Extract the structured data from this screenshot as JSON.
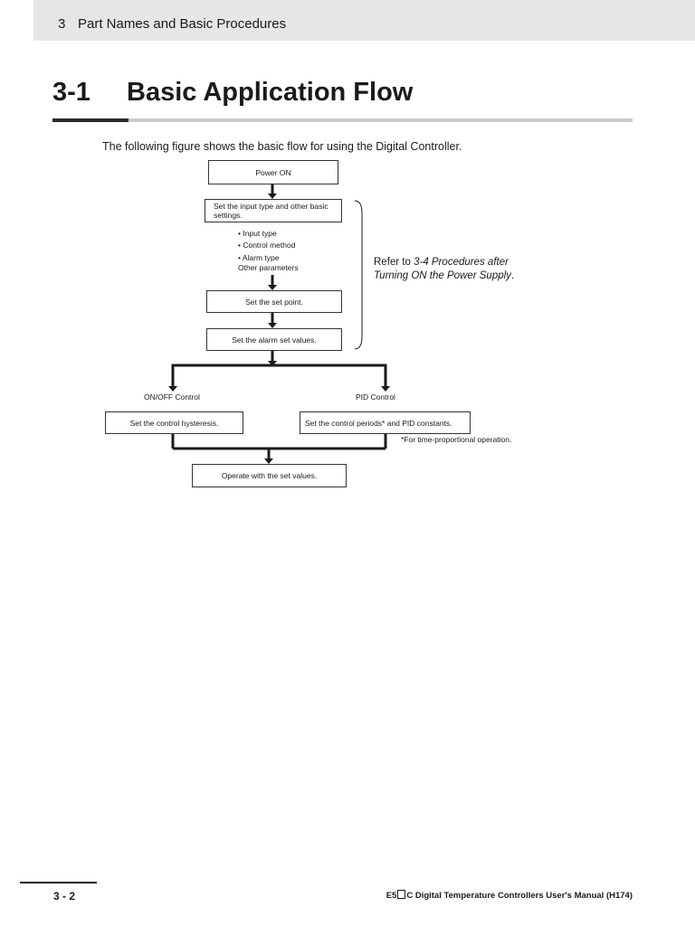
{
  "header": {
    "chapter_number": "3",
    "chapter_title": "Part Names and Basic Procedures"
  },
  "section": {
    "number": "3-1",
    "title": "Basic Application Flow"
  },
  "intro": "The following figure shows the basic flow for using the Digital Controller.",
  "flow": {
    "power_on": "Power ON",
    "basic_settings": "Set the input type and other basic settings.",
    "parameters": [
      "• Input type",
      "• Control method",
      "• Alarm type",
      "Other parameters"
    ],
    "set_point": "Set the set point.",
    "alarm_values": "Set the alarm set values.",
    "refer_prefix": "Refer to ",
    "refer_link_line1": "3-4 Procedures after",
    "refer_link_line2": "Turning ON the Power Supply",
    "refer_suffix": ".",
    "onoff_label": "ON/OFF Control",
    "pid_label": "PID Control",
    "hysteresis": "Set the control hysteresis.",
    "pid_periods": "Set the control periods* and PID constants.",
    "footnote": "*For time-proportional operation.",
    "operate": "Operate with the set values."
  },
  "footer": {
    "page": "3 - 2",
    "manual_prefix": "E5",
    "manual_suffix": "C Digital Temperature Controllers User's Manual (H174)"
  }
}
